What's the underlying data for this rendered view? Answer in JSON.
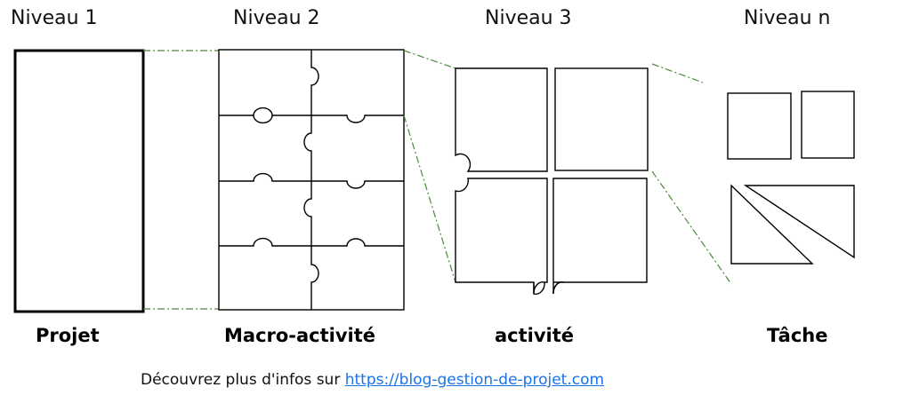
{
  "levels": {
    "level1": "Niveau 1",
    "level2": "Niveau 2",
    "level3": "Niveau 3",
    "leveln": "Niveau n"
  },
  "captions": {
    "projet": "Projet",
    "macro": "Macro-activité",
    "activite": "activité",
    "tache": "Tâche"
  },
  "footer": {
    "text": "Découvrez plus d'infos sur ",
    "link": "https://blog-gestion-de-projet.com"
  },
  "colors": {
    "connector": "#4a8a3a",
    "stroke": "#000000",
    "link": "#1a73e8"
  }
}
